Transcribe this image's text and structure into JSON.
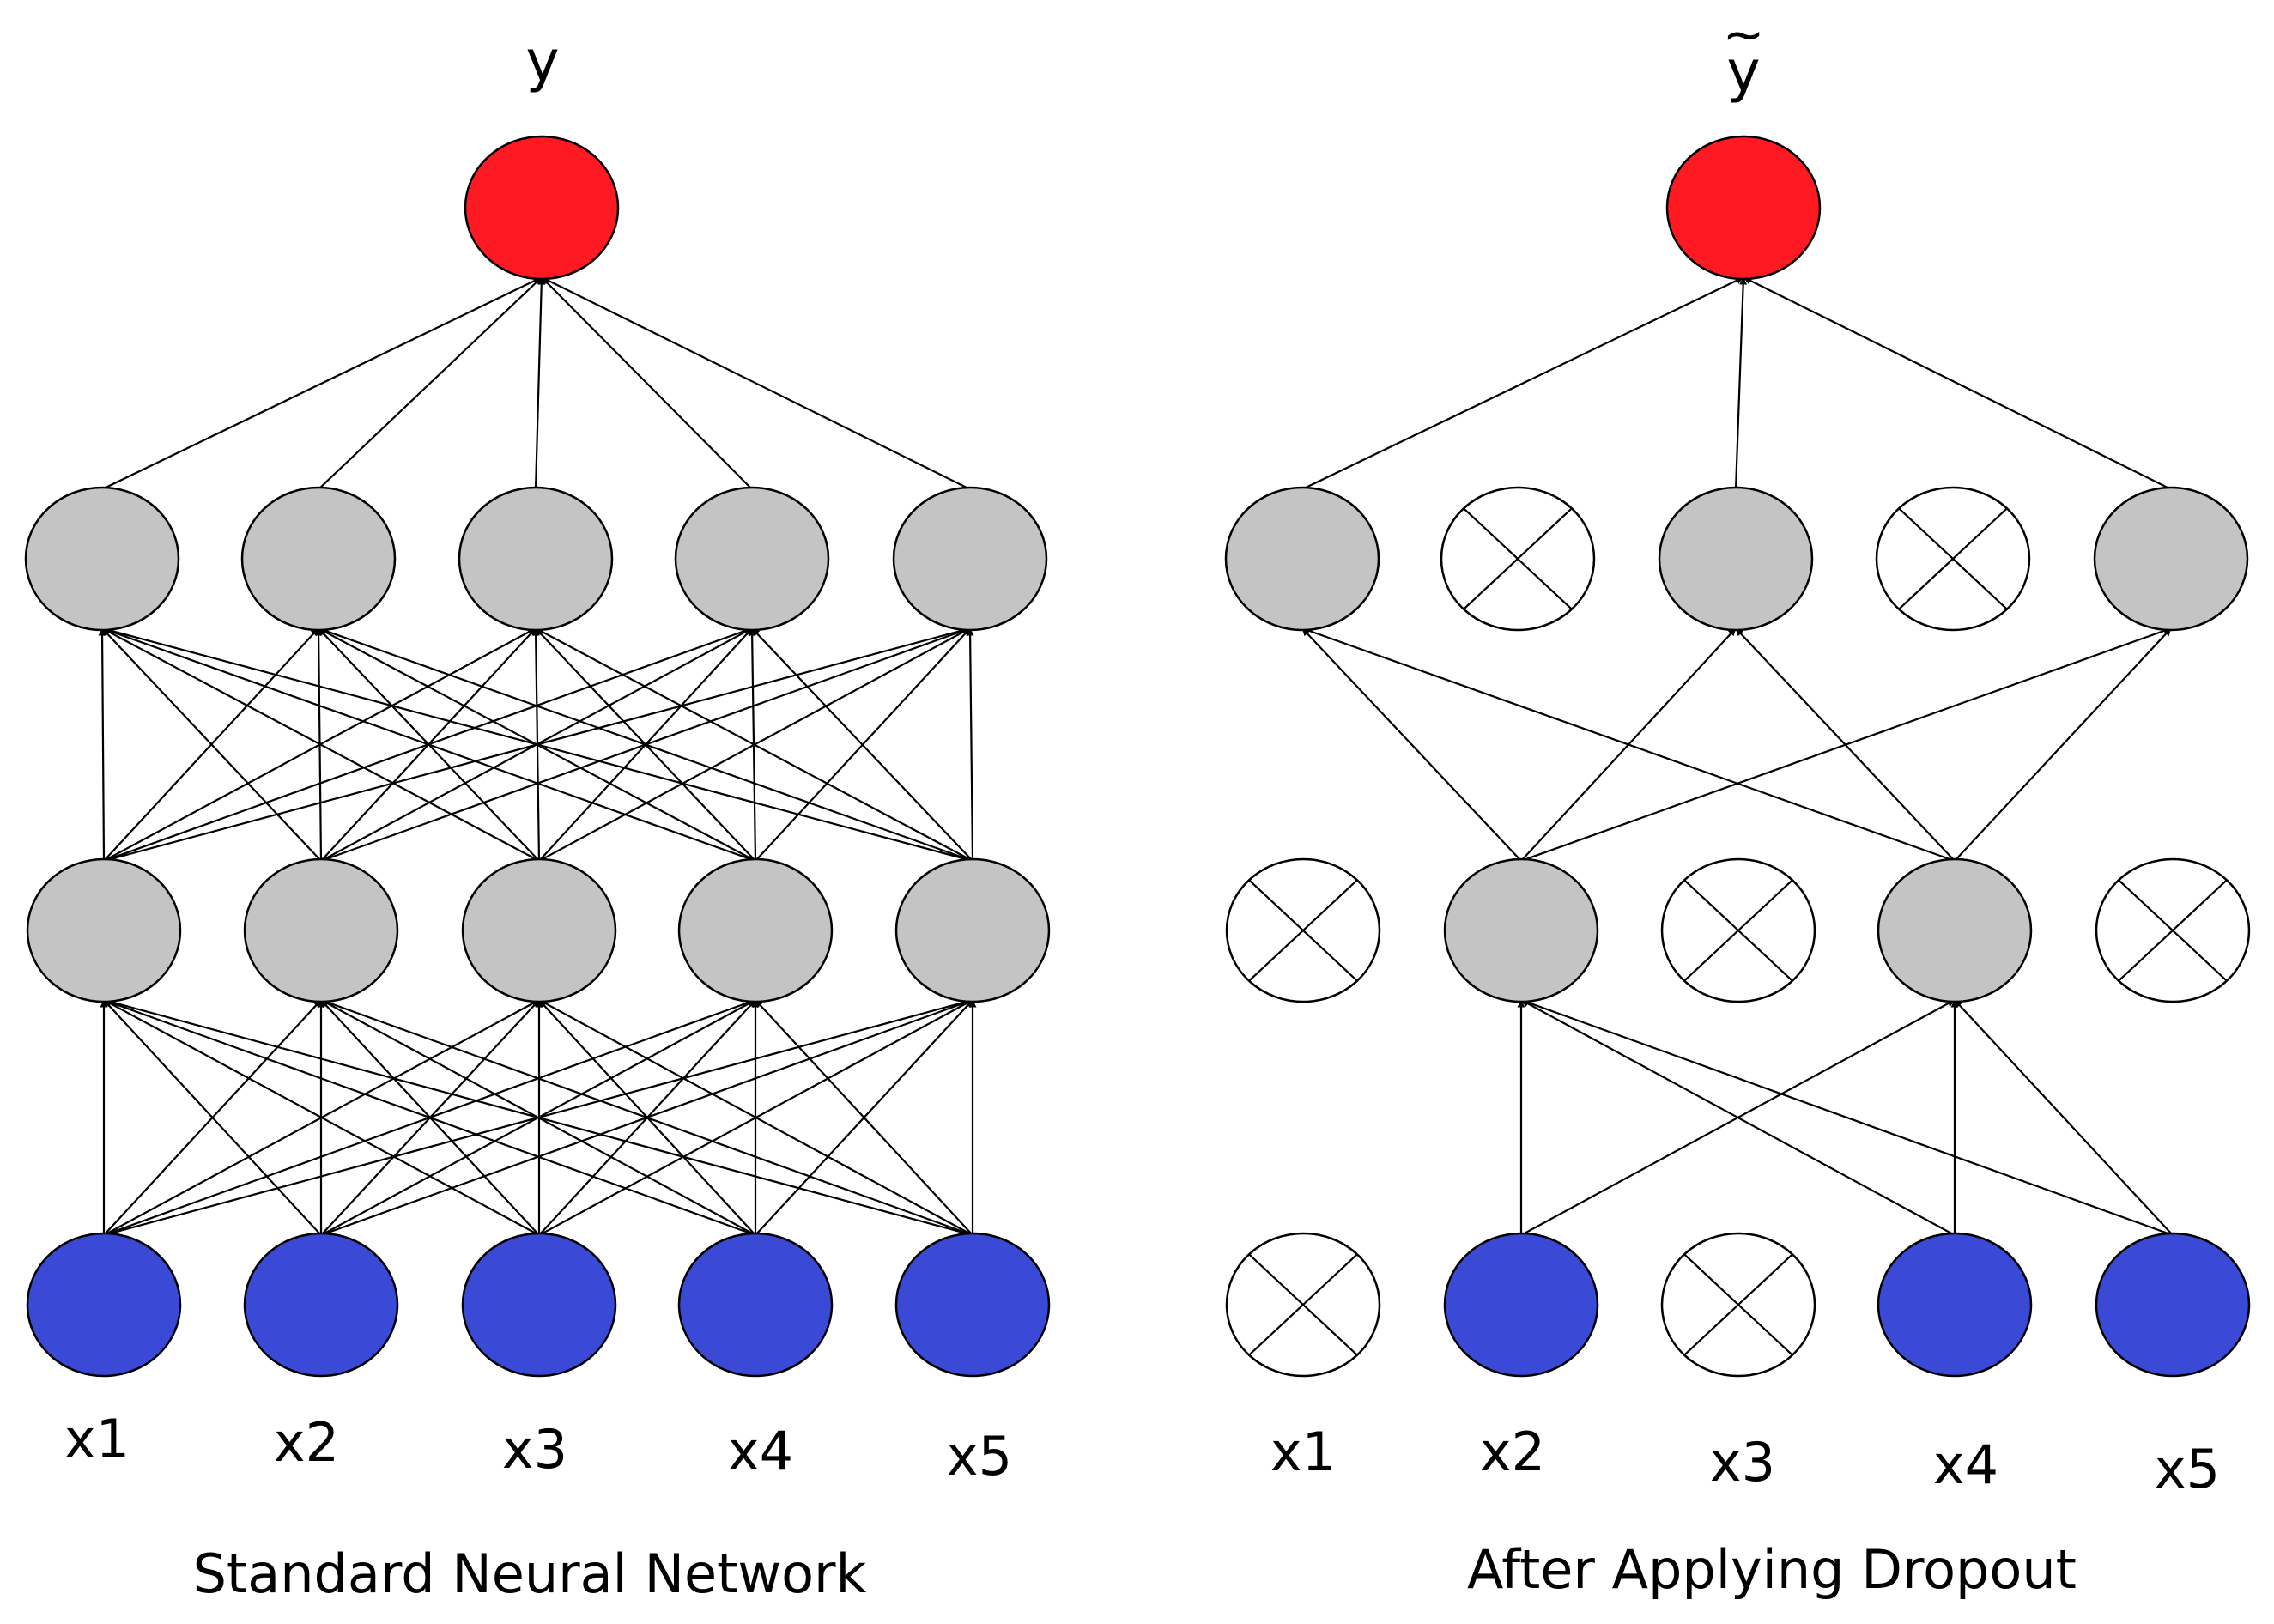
{
  "colors": {
    "output": "#ff1a23",
    "hidden": "#c4c4c4",
    "input": "#3a49d6",
    "dropped": "#ffffff",
    "line": "#000000"
  },
  "panels": [
    {
      "id": "standard",
      "caption": "Standard Neural Network",
      "output_label": "y",
      "output_tilde": "",
      "input_labels": [
        "x1",
        "x2",
        "x3",
        "x4",
        "x5"
      ],
      "active": {
        "input": [
          1,
          1,
          1,
          1,
          1
        ],
        "hidden1": [
          1,
          1,
          1,
          1,
          1
        ],
        "hidden2": [
          1,
          1,
          1,
          1,
          1
        ]
      }
    },
    {
      "id": "dropout",
      "caption": "After Applying Dropout",
      "output_label": "y",
      "output_tilde": "~",
      "input_labels": [
        "x1",
        "x2",
        "x3",
        "x4",
        "x5"
      ],
      "active": {
        "input": [
          0,
          1,
          0,
          1,
          1
        ],
        "hidden1": [
          0,
          1,
          0,
          1,
          0
        ],
        "hidden2": [
          1,
          0,
          1,
          0,
          1
        ]
      }
    }
  ]
}
